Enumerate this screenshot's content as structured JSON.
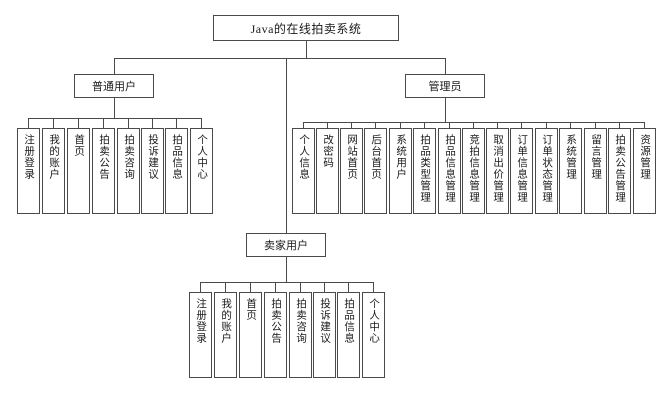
{
  "diagram": {
    "type": "tree",
    "title": "Java的在线拍卖系统",
    "root": {
      "label": "Java的在线拍卖系统"
    },
    "branches": [
      {
        "key": "regular_user",
        "label": "普通用户",
        "children": [
          {
            "label": "注册登录"
          },
          {
            "label": "我的账户"
          },
          {
            "label": "首页"
          },
          {
            "label": "拍卖公告"
          },
          {
            "label": "拍卖咨询"
          },
          {
            "label": "投诉建议"
          },
          {
            "label": "拍品信息"
          },
          {
            "label": "个人中心"
          }
        ]
      },
      {
        "key": "seller_user",
        "label": "卖家用户",
        "children": [
          {
            "label": "注册登录"
          },
          {
            "label": "我的账户"
          },
          {
            "label": "首页"
          },
          {
            "label": "拍卖公告"
          },
          {
            "label": "拍卖咨询"
          },
          {
            "label": "投诉建议"
          },
          {
            "label": "拍品信息"
          },
          {
            "label": "个人中心"
          }
        ]
      },
      {
        "key": "administrator",
        "label": "管理员",
        "children": [
          {
            "label": "个人信息"
          },
          {
            "label": "改密码"
          },
          {
            "label": "网站首页"
          },
          {
            "label": "后台首页"
          },
          {
            "label": "系统用户"
          },
          {
            "label": "拍品类型管理"
          },
          {
            "label": "拍品信息管理"
          },
          {
            "label": "竞拍信息管理"
          },
          {
            "label": "取消出价管理"
          },
          {
            "label": "订单信息管理"
          },
          {
            "label": "订单状态管理"
          },
          {
            "label": "系统管理"
          },
          {
            "label": "留言管理"
          },
          {
            "label": "拍卖公告管理"
          },
          {
            "label": "资源管理"
          }
        ]
      }
    ],
    "colors": {
      "border": "#4a4a4a",
      "background": "#ffffff",
      "text": "#1a1a1a"
    }
  }
}
